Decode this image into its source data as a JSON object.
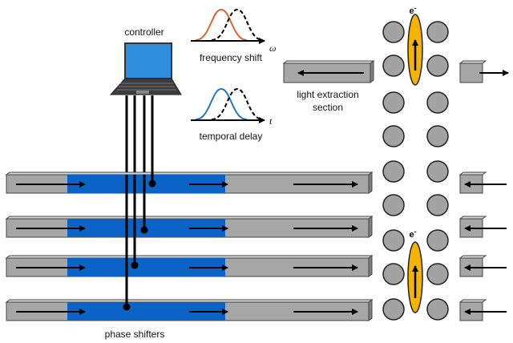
{
  "labels": {
    "controller": "controller",
    "frequency_shift": "frequency shift",
    "omega": "ω",
    "temporal_delay": "temporal delay",
    "t": "t",
    "light_extraction_line1": "light extraction",
    "light_extraction_line2": "section",
    "phase_shifters": "phase shifters",
    "electron_top": "e",
    "electron_bottom": "e",
    "electron_superscript": "-"
  },
  "colors": {
    "waveguide_gray": "#a6a6a6",
    "phase_shifter_blue": "#0b63c5",
    "pillar_gray": "#a3a3a3",
    "electron_gold": "#f4b400",
    "curve_orange": "#d8652b",
    "curve_blue": "#1f7ac6",
    "laptop_screen": "#2f8fdc"
  },
  "icons": {
    "controller": "laptop-icon"
  }
}
